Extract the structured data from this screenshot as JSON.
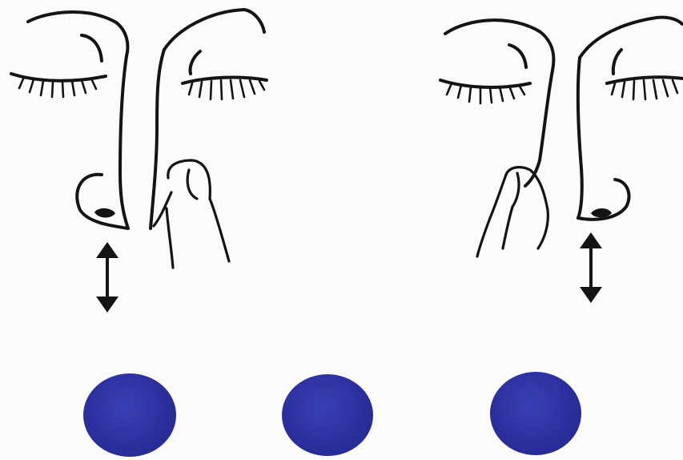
{
  "illustration": {
    "panel_left": {
      "description_icon": "face-left-nostril-closed-icon",
      "arrow_icon": "double-arrow-vertical-icon"
    },
    "panel_right": {
      "description_icon": "face-right-nostril-closed-icon",
      "arrow_icon": "double-arrow-vertical-icon"
    }
  },
  "colors": {
    "background": "#fbfbf9",
    "ink": "#141414",
    "dot": "#2a2e9c"
  },
  "dots": [
    {
      "name": "dot-1"
    },
    {
      "name": "dot-2"
    },
    {
      "name": "dot-3"
    }
  ]
}
